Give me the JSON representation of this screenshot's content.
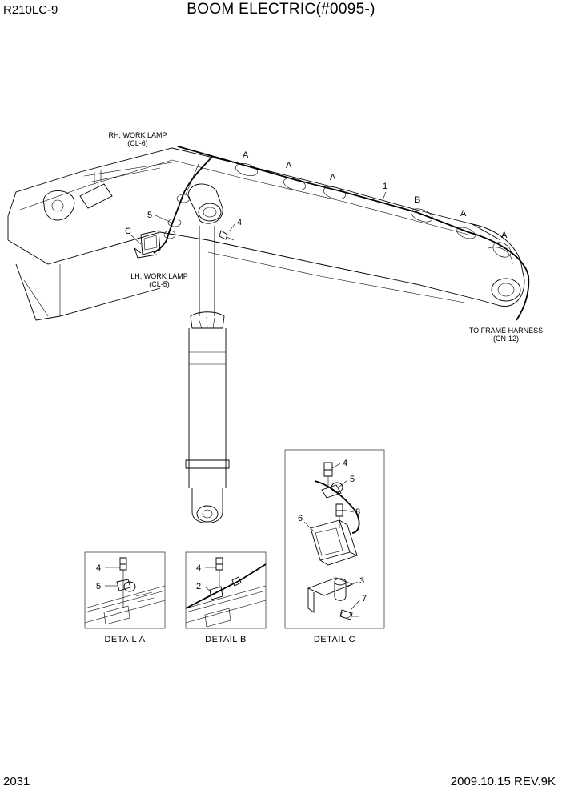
{
  "header": {
    "model": "R210LC-9",
    "title": "BOOM ELECTRIC(#0095-)"
  },
  "footer": {
    "page": "2031",
    "date_rev": "2009.10.15  REV.9K"
  },
  "callouts": {
    "rh_lamp": [
      "RH, WORK LAMP",
      "(CL-6)"
    ],
    "lh_lamp": [
      "LH, WORK LAMP",
      "(CL-5)"
    ],
    "frame": [
      "TO:FRAME HARNESS",
      "(CN-12)"
    ]
  },
  "markers": {
    "a": "A",
    "b": "B",
    "c": "C"
  },
  "parts": {
    "p1": "1",
    "p2": "2",
    "p3": "3",
    "p4": "4",
    "p5": "5",
    "p6": "6",
    "p7": "7",
    "p8": "8"
  },
  "details": {
    "a": "DETAIL  A",
    "b": "DETAIL  B",
    "c": "DETAIL  C"
  }
}
